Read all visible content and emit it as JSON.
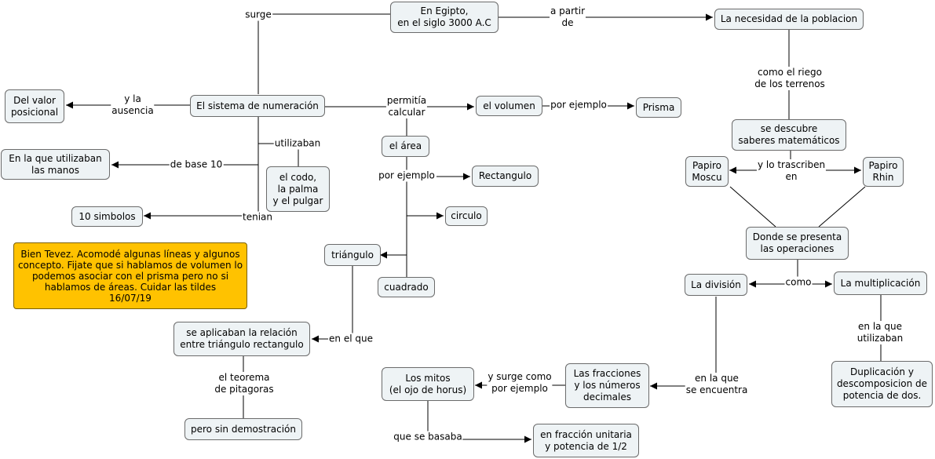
{
  "nodes": {
    "egipto": "En Egipto,\nen el siglo 3000 A.C",
    "necesidad": "La necesidad de la poblacion",
    "sistema": "El sistema de numeración",
    "valor": "Del valor\nposicional",
    "manos": "En la que utilizaban\nlas manos",
    "simbolos": "10 simbolos",
    "codo": "el codo,\nla palma\ny el pulgar",
    "volumen": "el volumen",
    "prisma": "Prisma",
    "area": "el área",
    "rectangulo": "Rectangulo",
    "circulo": "circulo",
    "triangulo": "triángulo",
    "cuadrado": "cuadrado",
    "nota": "Bien Tevez. Acomodé algunas líneas y algunos concepto.  Fijate que si hablamos de volumen lo podemos asociar con el prisma pero no si hablamos de áreas.  Cuidar las tildes\n16/07/19",
    "relacion": "se aplicaban la relación\nentre triángulo rectangulo",
    "demostracion": "pero sin demostración",
    "saberes": "se descubre\nsaberes matemáticos",
    "moscu": "Papiro\nMoscu",
    "rhin": "Papiro\nRhin",
    "operaciones": "Donde se presenta\nlas operaciones",
    "division": "La división",
    "multiplicacion": "La multiplicación",
    "duplicacion": "Duplicación y\ndescomposicion de\npotencia de dos.",
    "fracciones": "Las fracciones\ny los números\ndecimales",
    "mitos": "Los mitos\n(el ojo de horus)",
    "fraccion_unitaria": "en fracción unitaria\ny potencia de 1/2"
  },
  "links": {
    "surge": "surge",
    "a_partir": "a partir\nde",
    "riego": "como el riego\nde los terrenos",
    "y_ausencia": "y la\nausencia",
    "permitia": "permitía\ncalcular",
    "por_ejemplo_vol": "por ejemplo",
    "utilizaban": "utilizaban",
    "base10": "de base 10",
    "tenian": "tenian",
    "por_ejemplo_area": "por ejemplo",
    "en_el_que": "en el que",
    "teorema": "el teorema\nde pitagoras",
    "trascriben": "y lo trascriben\nen",
    "como": "como",
    "en_la_que_util": "en la que\nutilizaban",
    "se_encuentra": "en la que\nse encuentra",
    "surge_ejemplo": "y surge como\npor ejemplo",
    "se_basaba": "que se basaba"
  },
  "colors": {
    "node_fill": "#eef3f5",
    "note_fill": "#ffc200",
    "line": "#000000"
  }
}
